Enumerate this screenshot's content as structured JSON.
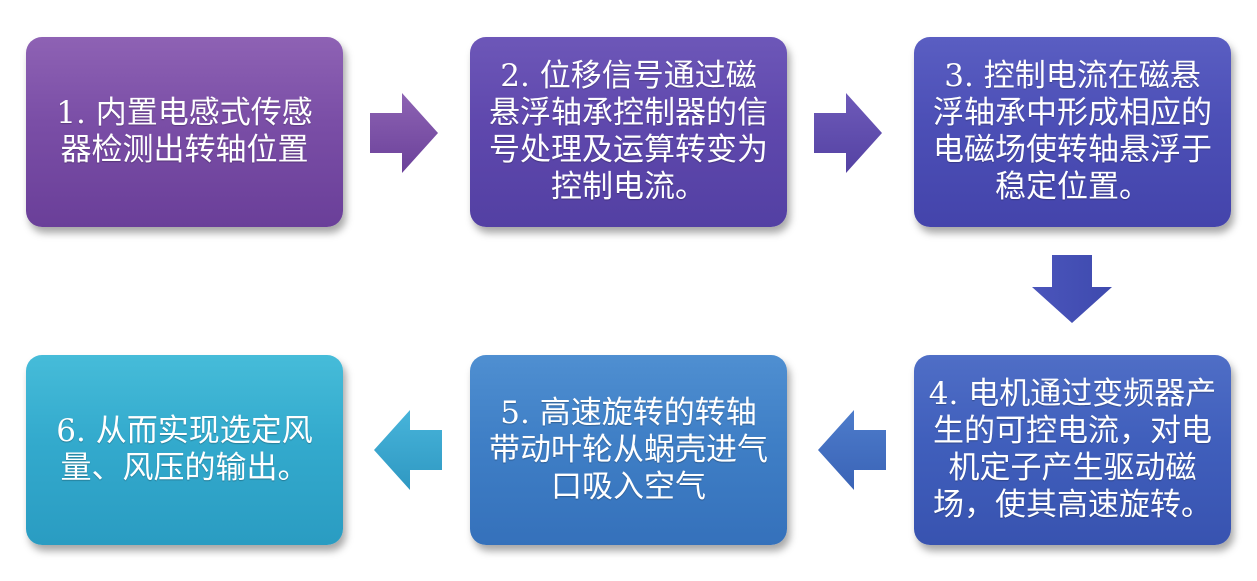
{
  "steps": [
    {
      "text": "1. 内置电感式传感器检测出转轴位置"
    },
    {
      "text": "2. 位移信号通过磁悬浮轴承控制器的信号处理及运算转变为控制电流。"
    },
    {
      "text": "3. 控制电流在磁悬浮轴承中形成相应的电磁场使转轴悬浮于稳定位置。"
    },
    {
      "text": "4. 电机通过变频器产生的可控电流，对电机定子产生驱动磁场，使其高速旋转。"
    },
    {
      "text": "5. 高速旋转的转轴带动叶轮从蜗壳进气口吸入空气"
    },
    {
      "text": "6. 从而实现选定风量、风压的输出。"
    }
  ],
  "colors": {
    "step1": "#7a4ea6",
    "step2": "#5f48ad",
    "step3": "#4c4fb6",
    "step4": "#405fbc",
    "step5": "#3f7fc6",
    "step6": "#33aacd",
    "text": "#ffffff"
  },
  "arrows": [
    {
      "from": "step1",
      "to": "step2",
      "direction": "right"
    },
    {
      "from": "step2",
      "to": "step3",
      "direction": "right"
    },
    {
      "from": "step3",
      "to": "step4",
      "direction": "down"
    },
    {
      "from": "step4",
      "to": "step5",
      "direction": "left"
    },
    {
      "from": "step5",
      "to": "step6",
      "direction": "left"
    }
  ]
}
